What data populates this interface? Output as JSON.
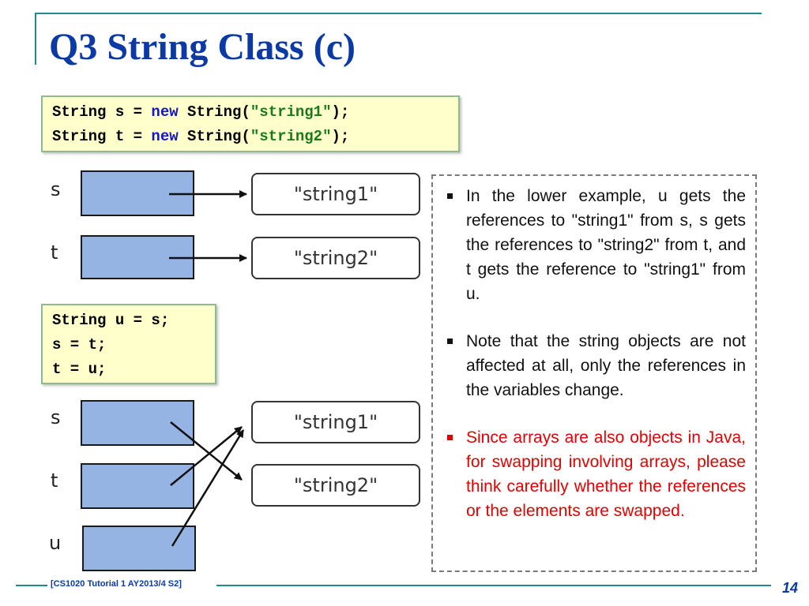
{
  "title": "Q3 String Class (c)",
  "code_top": [
    {
      "t1": "String s = ",
      "kw": "new",
      "t2": " String(",
      "str": "\"string1\"",
      "t3": ");"
    },
    {
      "t1": "String t = ",
      "kw": "new",
      "t2": " String(",
      "str": "\"string2\"",
      "t3": ");"
    }
  ],
  "code_bottom": [
    "String u = s;",
    "s = t;",
    "t = u;"
  ],
  "diagram_top": {
    "var_labels": [
      "s",
      "t"
    ],
    "objects": [
      "\"string1\"",
      "\"string2\""
    ]
  },
  "diagram_bottom": {
    "var_labels": [
      "s",
      "t",
      "u"
    ],
    "objects": [
      "\"string1\"",
      "\"string2\""
    ]
  },
  "notes": [
    "In the lower example, u gets the references to \"string1\" from s, s gets the references to \"string2\" from t, and t gets the reference to \"string1\" from u.",
    "Note that the string objects are not affected at all, only the references in the variables change.",
    "Since arrays are also objects in Java, for swapping involving arrays, please think carefully whether the references or the elements are swapped."
  ],
  "footer": {
    "course": "[CS1020 Tutorial 1 AY2013/4 S2]",
    "page": "14"
  },
  "colors": {
    "title": "#0b3aa4",
    "keyword": "#1515c8",
    "string_literal": "#1a7a1a",
    "highlight_note": "#e10000",
    "var_box": "#95b3e3",
    "code_bg": "#ffffcc"
  }
}
